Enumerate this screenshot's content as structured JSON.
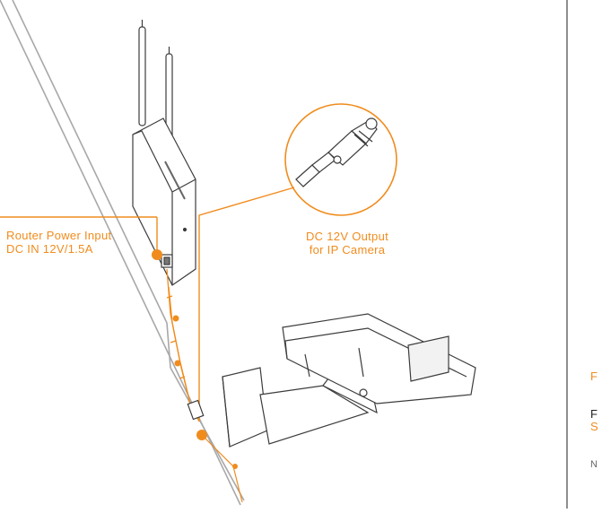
{
  "router_label": {
    "line1": "Router Power Input",
    "line2": "DC IN 12V/1.5A"
  },
  "output_label": {
    "line1": "DC 12V Output",
    "line2": "for IP Camera"
  },
  "right_edge_fragments": {
    "a": "F",
    "b": "F",
    "c": "S",
    "d": "N"
  },
  "colors": {
    "accent": "#f08c1e",
    "line": "#3c3c3c",
    "pole": "#a8a8a8"
  }
}
